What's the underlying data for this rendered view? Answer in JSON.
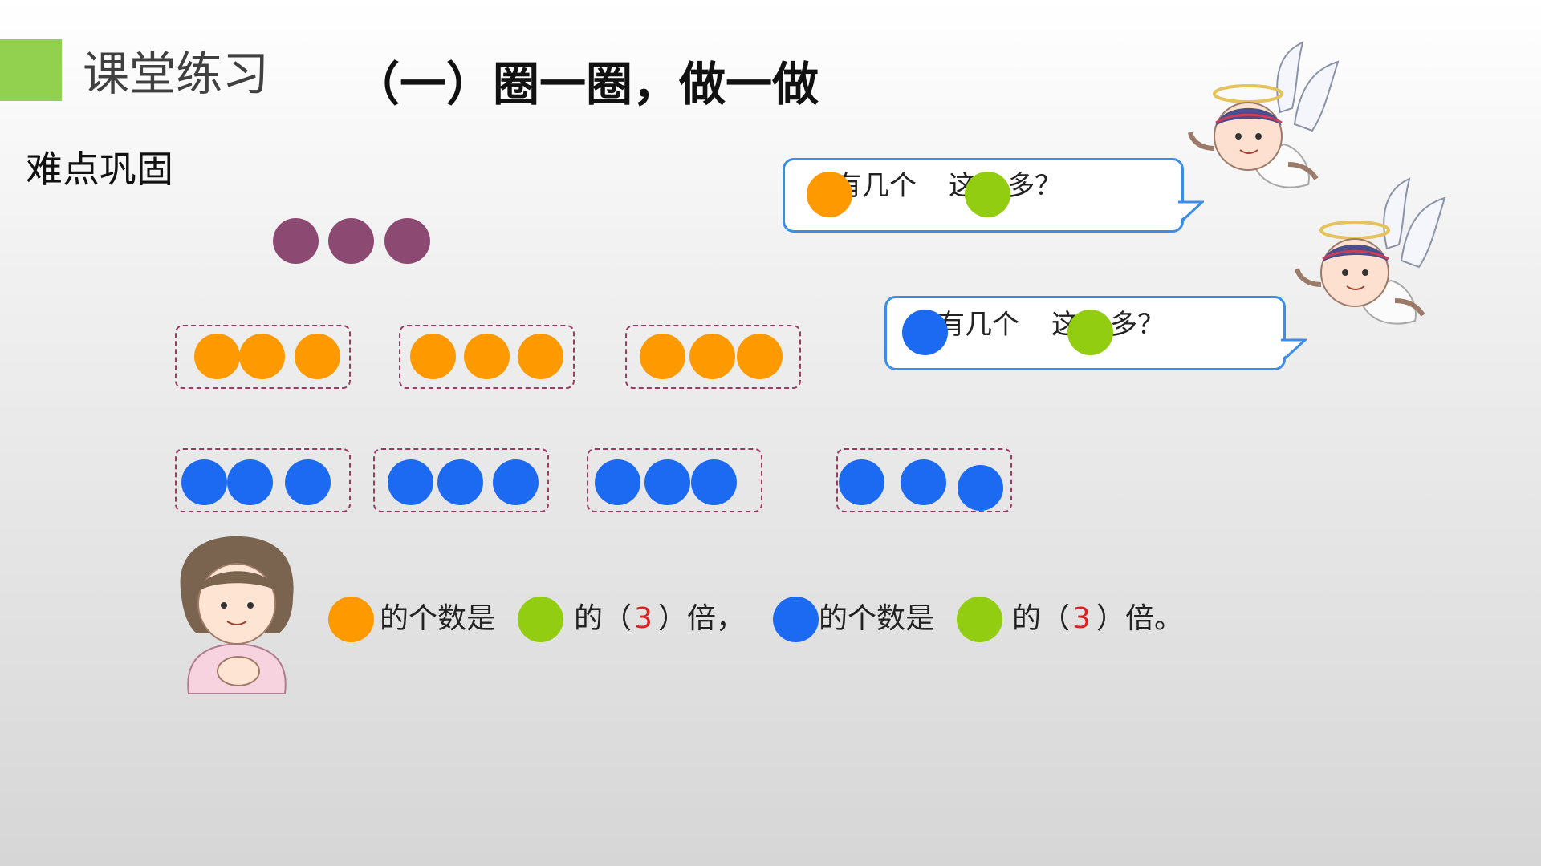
{
  "header": {
    "section_title": "课堂练习",
    "main_title": "（一）圈一圈，做一做"
  },
  "subtitle": "难点巩固",
  "bubbles": [
    {
      "text_part1": "有几个",
      "text_part2": "这",
      "text_part3": "多？"
    },
    {
      "text_part1": "有几个",
      "text_part2": "这",
      "text_part3": "多？"
    }
  ],
  "sentence": {
    "part1": "的个数是",
    "part2": "的（",
    "answer1": "3",
    "part3": "）倍，",
    "part4": "的个数是",
    "part5": "的（",
    "answer2": "3",
    "part6": "）倍。"
  },
  "colors": {
    "purple": "#8c4a72",
    "orange": "#ff9900",
    "blue": "#1c6af2",
    "green": "#92cd12",
    "accent_square": "#92d050",
    "answer_red": "#e02020"
  },
  "icons": {
    "angel_1": "flying-angel-illustration",
    "angel_2": "flying-angel-illustration",
    "girl": "girl-illustration"
  }
}
